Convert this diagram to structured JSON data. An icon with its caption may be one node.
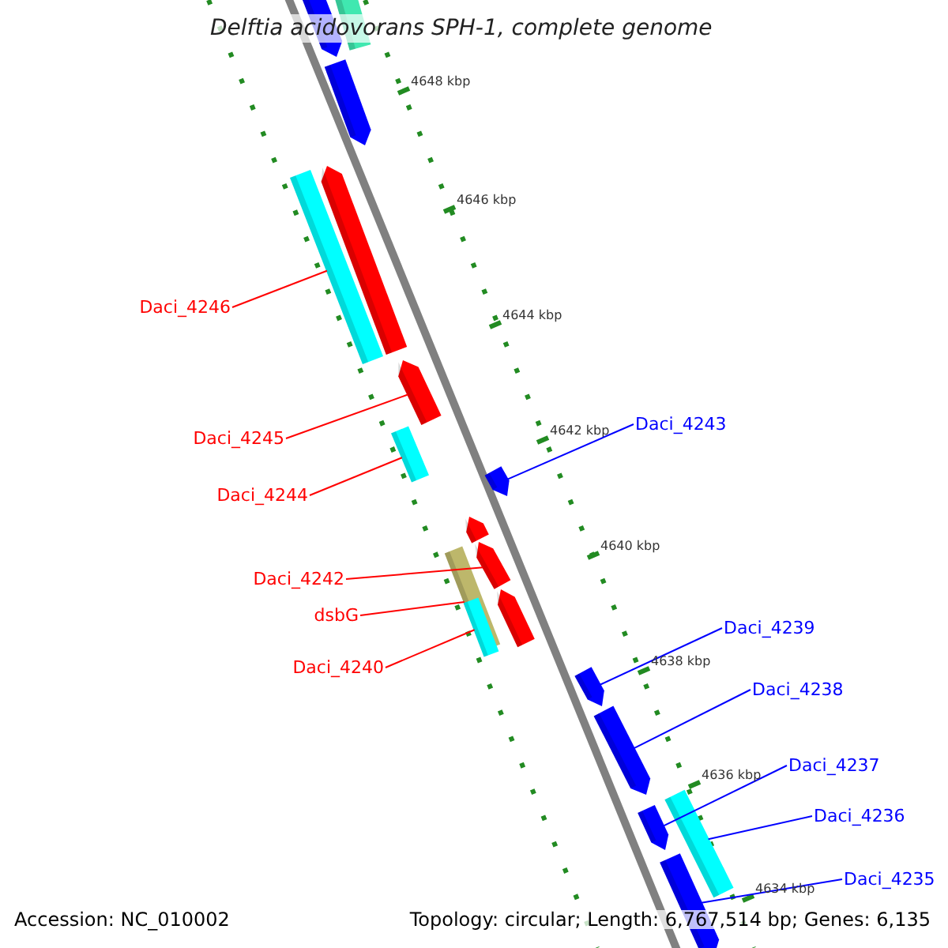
{
  "diagram": {
    "title": "Delftia acidovorans SPH-1, complete genome",
    "nodes": [
      {
        "text": [
          "Daci_4246"
        ]
      },
      {
        "text": [],
        "shape": "bar"
      },
      {
        "text": [
          "Daci_4243"
        ]
      },
      {
        "text": [],
        "shape": "arrow"
      },
      {
        "text": [
          "Daci_4245"
        ]
      },
      {
        "text": [],
        "shape": "arrow"
      },
      {
        "text": [
          "Daci_4244"
        ]
      },
      {
        "text": [],
        "shape": "bar"
      },
      {
        "text": [
          "Daci_4242"
        ]
      },
      {
        "text": [],
        "shape": "arrow"
      },
      {
        "text": [
          "dsbG"
        ]
      },
      {
        "text": [],
        "shape": "bar"
      },
      {
        "text": [
          "Daci_4239"
        ]
      },
      {
        "text": [],
        "shape": "arrow"
      },
      {
        "text": [
          "Daci_4240"
        ]
      },
      {
        "text": [],
        "shape": "bar"
      },
      {
        "text": [
          "Daci_4238"
        ]
      },
      {
        "text": [],
        "shape": "arrow"
      },
      {
        "text": [
          "Daci_4237"
        ]
      },
      {
        "text": [],
        "shape": "arrow"
      },
      {
        "text": [
          "Daci_4236"
        ]
      },
      {
        "text": [],
        "shape": "bar"
      },
      {
        "text": [
          "Daci_4235"
        ]
      },
      {
        "text": [],
        "shape": "arrow"
      }
    ],
    "edges": [
      {
        "from": 0,
        "to": 1,
        "arrow": "none"
      },
      {
        "from": 2,
        "to": 3,
        "arrow": "none",
        "color": "#0000ff"
      },
      {
        "from": 4,
        "to": 5,
        "arrow": "none"
      },
      {
        "from": 6,
        "to": 7,
        "arrow": "none"
      },
      {
        "from": 8,
        "to": 9,
        "arrow": "none"
      },
      {
        "from": 10,
        "to": 11,
        "arrow": "none"
      },
      {
        "from": 12,
        "to": 13,
        "arrow": "none",
        "color": "#0000ff"
      },
      {
        "from": 14,
        "to": 15,
        "arrow": "none"
      },
      {
        "from": 16,
        "to": 17,
        "arrow": "none",
        "color": "#0000ff"
      },
      {
        "from": 18,
        "to": 19,
        "arrow": "none",
        "color": "#0000ff"
      },
      {
        "from": 20,
        "to": 21,
        "arrow": "none",
        "color": "#0000ff"
      },
      {
        "from": 22,
        "to": 23,
        "arrow": "none",
        "color": "#0000ff"
      }
    ],
    "labels": [
      "4648 kbp",
      "4646 kbp",
      "4644 kbp",
      "4642 kbp",
      "4640 kbp",
      "4638 kbp",
      "4636 kbp",
      "4634 kbp",
      "Accession: NC_010002",
      "Topology: circular; Length: 6,767,514 bp; Genes: 6,135"
    ]
  }
}
